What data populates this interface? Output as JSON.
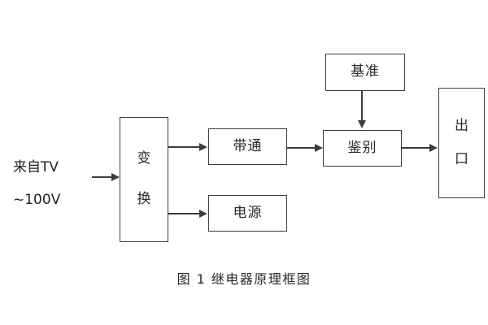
{
  "figure": {
    "caption": "图 1  继电器原理框图",
    "line_color": "#3c3c3c",
    "text_color": "#2a2a2a",
    "background": "#ffffff"
  },
  "source": {
    "line1": "来自TV",
    "line2": "~100V"
  },
  "nodes": {
    "convert": {
      "char1": "变",
      "char2": "换"
    },
    "bandpass": {
      "label": "带通"
    },
    "power": {
      "label": "电源"
    },
    "reference": {
      "label": "基准"
    },
    "discriminate": {
      "label": "鉴别"
    },
    "output": {
      "char1": "出",
      "char2": "口"
    }
  }
}
